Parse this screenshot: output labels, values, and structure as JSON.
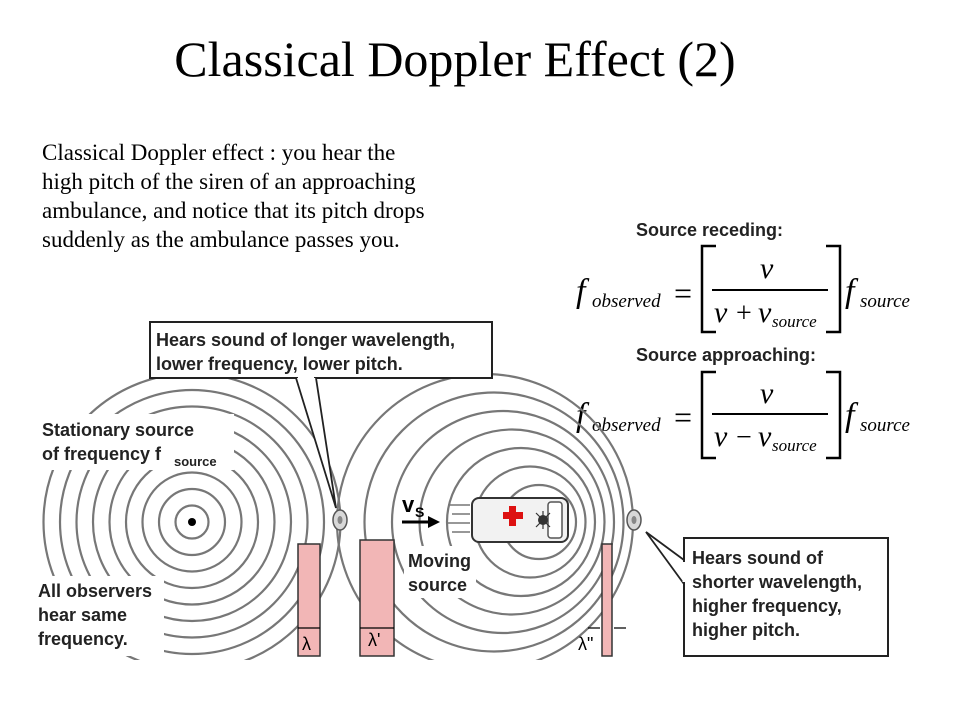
{
  "title": "Classical Doppler Effect (2)",
  "intro_lines": [
    "Classical Doppler effect : you hear the",
    "high pitch of the siren of an approaching",
    "ambulance, and notice that its pitch drops",
    "suddenly as the ambulance passes you."
  ],
  "formulas": {
    "receding_label": "Source receding:",
    "approaching_label": "Source approaching:",
    "f": "f",
    "observed": "observed",
    "source": "source",
    "equals": "=",
    "v": "v",
    "plus": "+",
    "minus": "−"
  },
  "diagram": {
    "longer_lines": [
      "Hears sound of longer wavelength,",
      "lower frequency, lower pitch."
    ],
    "stationary_lines": [
      "Stationary source",
      "of frequency f"
    ],
    "stationary_sub": "source",
    "all_observers_lines": [
      "All observers",
      "hear same",
      "frequency."
    ],
    "moving_lines": [
      "Moving",
      "source"
    ],
    "vs_main": "v",
    "vs_sub": "S",
    "shorter_lines": [
      "Hears sound of",
      "shorter wavelength,",
      "higher frequency,",
      "higher pitch."
    ],
    "lambda": "λ",
    "lambda_prime": "λ'",
    "lambda_double": "λ\""
  },
  "colors": {
    "wave": "#777777",
    "wavelength_fill": "#f2b6b6",
    "cross": "#dd1111",
    "box_border": "#222222"
  }
}
